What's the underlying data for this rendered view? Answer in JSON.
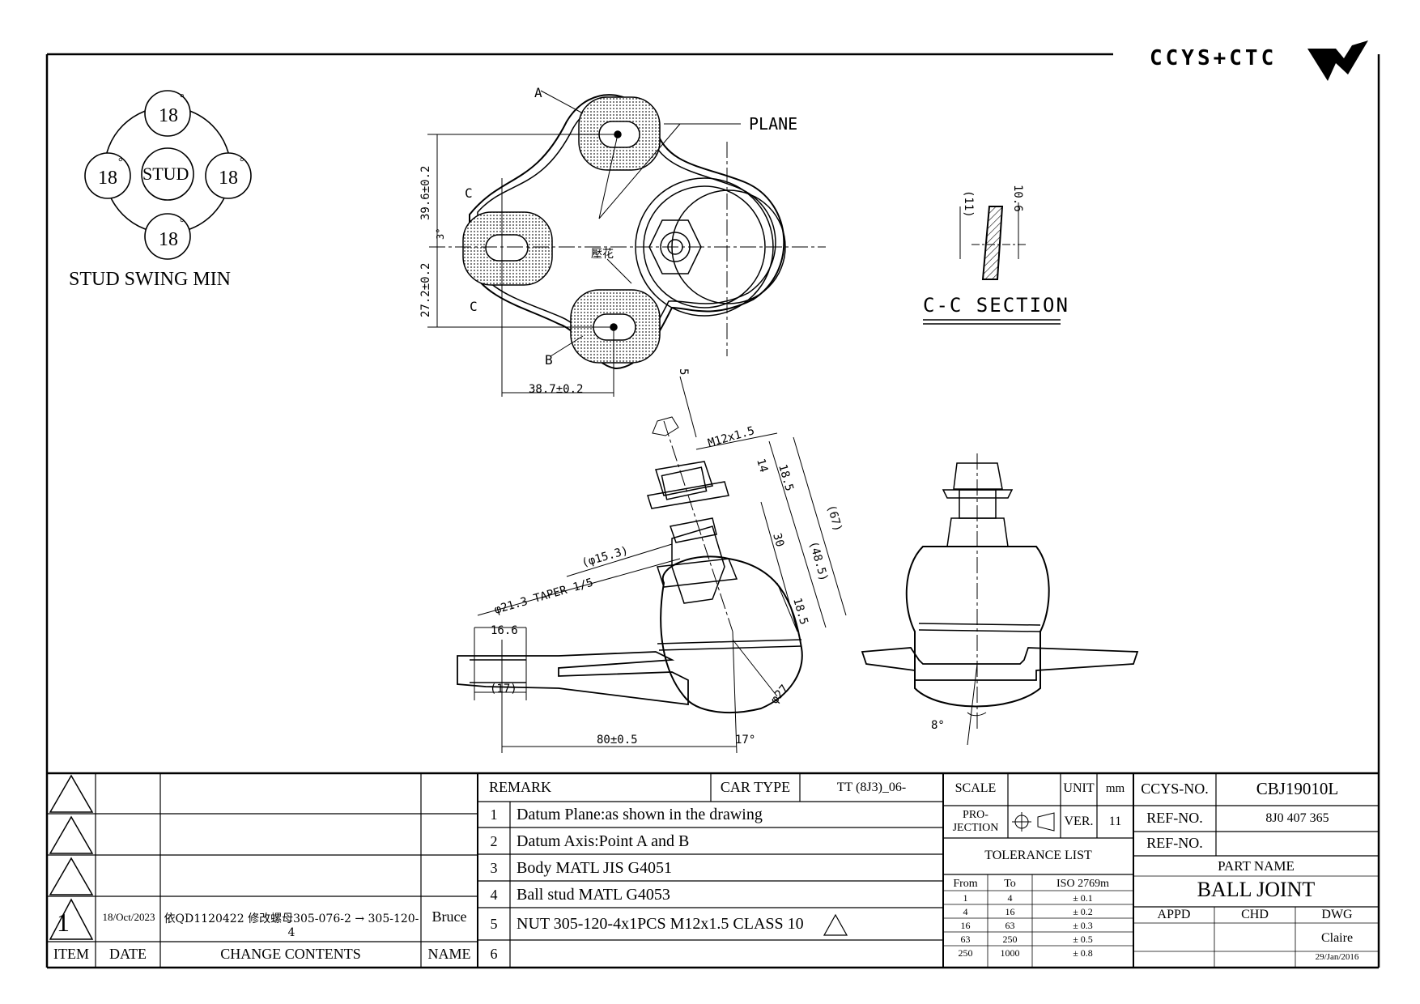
{
  "logo_text": "CCYS+CTC",
  "stud_swing": {
    "top": "18",
    "left": "18",
    "right": "18",
    "bottom": "18",
    "degree": "°",
    "center": "STUD",
    "caption": "STUD SWING MIN"
  },
  "top_view": {
    "point_a": "A",
    "point_b": "B",
    "plane": "PLANE",
    "c_mark": "C",
    "knurl": "壓花",
    "dim_upper": "39.6±0.2",
    "dim_lower": "27.2±0.2",
    "dim_bottom": "38.7±0.2",
    "angle": "3°"
  },
  "section": {
    "title": "C-C SECTION",
    "dim_left": "(11)",
    "dim_right": "10.6"
  },
  "side_view": {
    "nut_dim": "5",
    "thread": "M12x1.5",
    "dim_14": "14",
    "dim_18_5_top": "18.5",
    "dim_67": "(67)",
    "dim_48_5": "(48.5)",
    "dim_30": "30",
    "dim_18_5_bottom": "18.5",
    "phi_15_3": "(φ15.3)",
    "taper": "φ21.3 TAPER 1/5",
    "dim_16_6": "16.6",
    "dim_17": "(17)",
    "dim_80": "80±0.5",
    "angle_17": "17°",
    "phi_27": "φ27"
  },
  "front_view": {
    "angle_8": "8°"
  },
  "title_block": {
    "revisions": [
      {
        "item": "",
        "date": "",
        "contents": "",
        "name": ""
      },
      {
        "item": "",
        "date": "",
        "contents": "",
        "name": ""
      },
      {
        "item": "",
        "date": "",
        "contents": "",
        "name": ""
      },
      {
        "item": "1",
        "date": "18/Oct/2023",
        "contents": "依QD1120422 修改螺母305-076-2 → 305-120-4",
        "name": "Bruce"
      }
    ],
    "revision_headers": {
      "item": "ITEM",
      "date": "DATE",
      "contents": "CHANGE CONTENTS",
      "name": "NAME"
    },
    "remark_label": "REMARK",
    "car_type_label": "CAR TYPE",
    "car_type": "TT (8J3)_06-",
    "remarks": [
      {
        "n": "1",
        "text": "Datum Plane:as shown in the drawing"
      },
      {
        "n": "2",
        "text": "Datum Axis:Point A and B"
      },
      {
        "n": "3",
        "text": "Body MATL JIS G4051"
      },
      {
        "n": "4",
        "text": "Ball stud MATL G4053"
      },
      {
        "n": "5",
        "text": "NUT 305-120-4x1PCS M12x1.5 CLASS 10"
      },
      {
        "n": "6",
        "text": ""
      }
    ],
    "scale_label": "SCALE",
    "unit_label": "UNIT",
    "unit": "mm",
    "projection_label_1": "PRO-",
    "projection_label_2": "JECTION",
    "ver_label": "VER.",
    "ver": "11",
    "tolerance_title": "TOLERANCE LIST",
    "tolerance_headers": {
      "from": "From",
      "to": "To",
      "iso": "ISO 2769m"
    },
    "tolerance_rows": [
      {
        "from": "1",
        "to": "4",
        "tol": "± 0.1"
      },
      {
        "from": "4",
        "to": "16",
        "tol": "± 0.2"
      },
      {
        "from": "16",
        "to": "63",
        "tol": "± 0.3"
      },
      {
        "from": "63",
        "to": "250",
        "tol": "± 0.5"
      },
      {
        "from": "250",
        "to": "1000",
        "tol": "± 0.8"
      }
    ],
    "ccys_label": "CCYS-NO.",
    "ccys_no": "CBJ19010L",
    "ref_label_1": "REF-NO.",
    "ref_no_1": "8J0 407 365",
    "ref_label_2": "REF-NO.",
    "ref_no_2": "",
    "part_name_label": "PART NAME",
    "part_name": "BALL JOINT",
    "appd_label": "APPD",
    "chd_label": "CHD",
    "dwg_label": "DWG",
    "dwg_name": "Claire",
    "dwg_date": "29/Jan/2016"
  }
}
